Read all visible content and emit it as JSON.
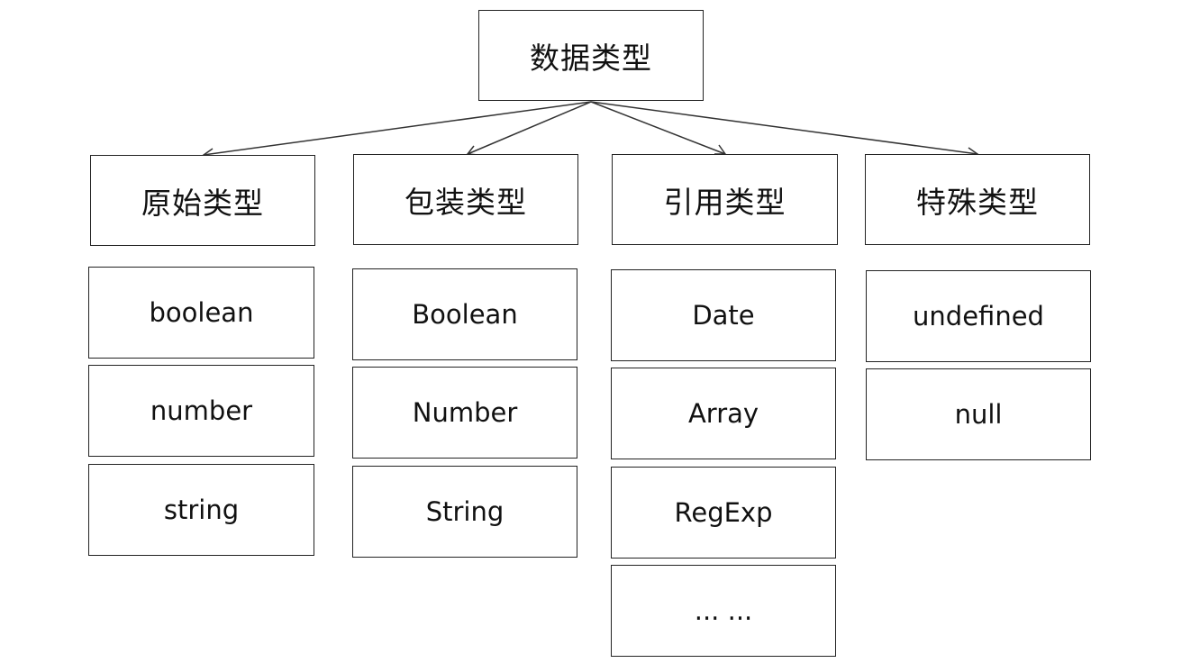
{
  "root": {
    "label": "数据类型"
  },
  "categories": [
    {
      "key": "primitive",
      "label": "原始类型",
      "items": [
        "boolean",
        "number",
        "string"
      ]
    },
    {
      "key": "wrapper",
      "label": "包装类型",
      "items": [
        "Boolean",
        "Number",
        "String"
      ]
    },
    {
      "key": "reference",
      "label": "引用类型",
      "items": [
        "Date",
        "Array",
        "RegExp",
        "... ..."
      ]
    },
    {
      "key": "special",
      "label": "特殊类型",
      "items": [
        "undefined",
        "null"
      ]
    }
  ],
  "colors": {
    "stroke": "#222222",
    "text": "#111111",
    "background": "#ffffff"
  }
}
